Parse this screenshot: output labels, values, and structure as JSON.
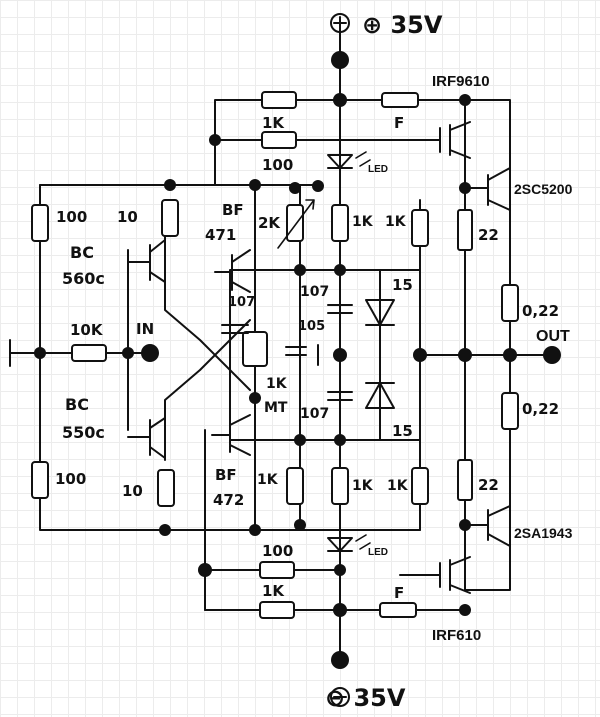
{
  "supply": {
    "positive": "⊕ 35V",
    "negative": "⊖ 35V"
  },
  "devices": {
    "mosfet_top": "IRF9610",
    "mosfet_bottom": "IRF610",
    "bjt_top": "2SC5200",
    "bjt_bottom": "2SA1943"
  },
  "small_signal": {
    "q_top_line1": "BC",
    "q_top_line2": "560c",
    "q_bot_line1": "BC",
    "q_bot_line2": "550c",
    "bf_top_line1": "BF",
    "bf_top_line2": "471",
    "bf_bot_line1": "BF",
    "bf_bot_line2": "472"
  },
  "resistors": {
    "r100_left_top": "100",
    "r10_top": "10",
    "r100_left_bottom": "100",
    "r10_bottom": "10",
    "r10k": "10K",
    "r1k_top_feed": "1K",
    "r100_top_feed": "100",
    "r2k_trim": "2K",
    "r1k_tl": "1K",
    "r1k_tr": "1K",
    "r1k_bl": "1K",
    "r1k_bm": "1K",
    "r1k_br": "1K",
    "r100_bottom_feed": "100",
    "r1k_bottom_feed": "1K",
    "r1k_mt": "1K",
    "mt": "MT",
    "r22_top": "22",
    "r22_bottom": "22",
    "r022_top": "0,22",
    "r022_bottom": "0,22"
  },
  "capacitors": {
    "c107_left": "107",
    "c107_right_top": "107",
    "c105": "105",
    "c107_bottom": "107"
  },
  "diodes": {
    "d15_top": "15",
    "d15_bottom": "15"
  },
  "labels": {
    "in": "IN",
    "out": "OUT",
    "led_top": "LED",
    "led_bottom": "LED",
    "fuse_top": "F",
    "fuse_bottom": "F"
  }
}
